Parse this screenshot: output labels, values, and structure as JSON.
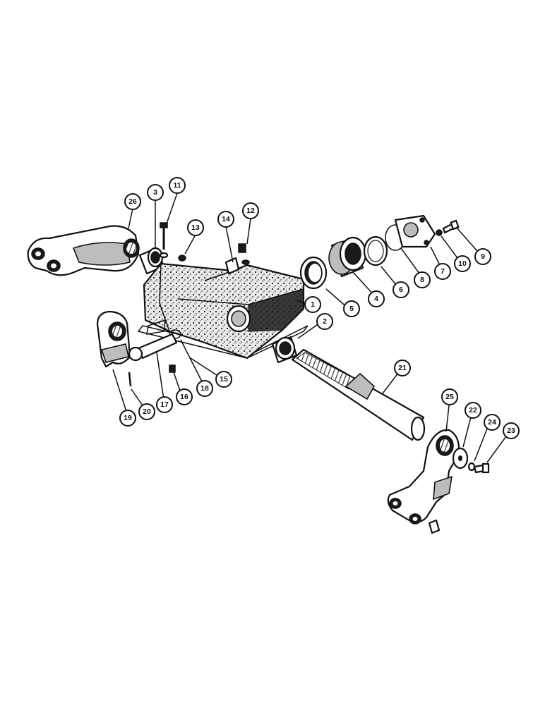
{
  "diagram": {
    "part_numbers": [
      "1",
      "2",
      "3",
      "4",
      "5",
      "6",
      "7",
      "8",
      "9",
      "10",
      "11",
      "12",
      "13",
      "14",
      "15",
      "16",
      "17",
      "18",
      "19",
      "20",
      "21",
      "22",
      "23",
      "24",
      "25",
      "26"
    ]
  },
  "colors": {
    "ink": "#111111",
    "paper": "#ffffff",
    "shade": "#bdbdbd"
  }
}
